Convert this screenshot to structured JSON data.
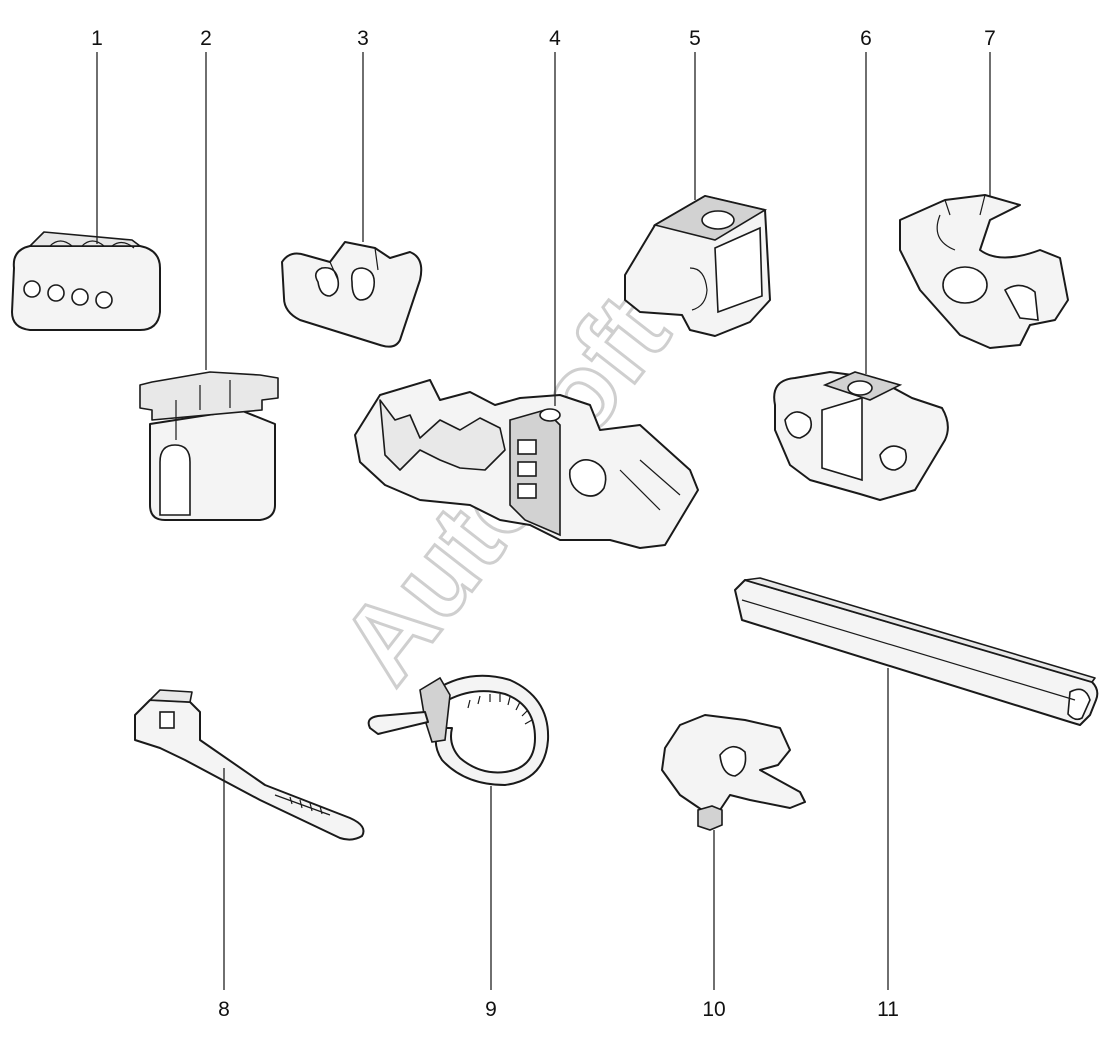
{
  "watermark": "Autosoft",
  "callouts": [
    {
      "id": "1",
      "label": "1"
    },
    {
      "id": "2",
      "label": "2"
    },
    {
      "id": "3",
      "label": "3"
    },
    {
      "id": "4",
      "label": "4"
    },
    {
      "id": "5",
      "label": "5"
    },
    {
      "id": "6",
      "label": "6"
    },
    {
      "id": "7",
      "label": "7"
    },
    {
      "id": "8",
      "label": "8"
    },
    {
      "id": "9",
      "label": "9"
    },
    {
      "id": "10",
      "label": "10"
    },
    {
      "id": "11",
      "label": "11"
    }
  ]
}
